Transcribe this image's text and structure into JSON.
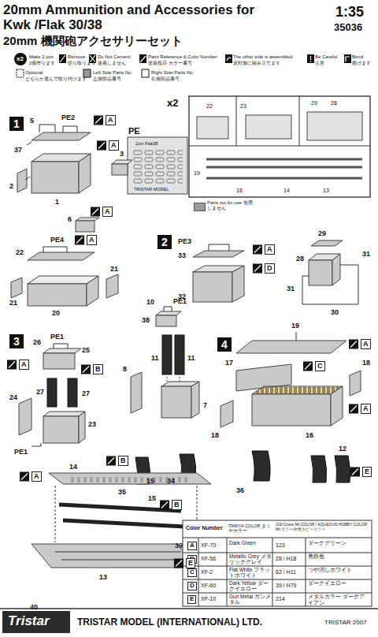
{
  "diagram": {
    "title": "20mm Ammunition and Accessories for Kwk /Flak 30/38",
    "nodes": [
      {
        "text": [
          "1"
        ]
      },
      {
        "text": [
          "A"
        ]
      },
      {
        "text": [
          "A"
        ]
      },
      {
        "text": [
          "A"
        ]
      },
      {
        "text": [
          "A"
        ]
      },
      {
        "text": [
          "2"
        ]
      },
      {
        "text": [
          "A"
        ]
      },
      {
        "text": [
          "D"
        ]
      },
      {
        "text": [
          "3"
        ]
      },
      {
        "text": [
          "4"
        ]
      },
      {
        "text": [
          "A"
        ]
      },
      {
        "text": [
          "A"
        ]
      },
      {
        "text": [
          "C"
        ]
      },
      {
        "text": [
          "B"
        ]
      },
      {
        "text": [
          "A"
        ]
      },
      {
        "text": [
          "B"
        ]
      },
      {
        "text": [
          "E"
        ]
      },
      {
        "text": [
          "A"
        ]
      },
      {
        "text": [
          "B"
        ]
      },
      {
        "text": [
          "E"
        ]
      }
    ],
    "labels": [
      "1:35",
      "35036",
      "20mm 機関砲アクセサリーセット",
      "x2",
      "Make 2 pcs",
      "2個作ります",
      "Remove",
      "切り取ります",
      "Do Not Cement",
      "接着しません",
      "Paint Reference & Color Number",
      "塗装指示 カラー番号",
      "The other side is assembled.",
      "反対側に組み立てます",
      "Be Careful",
      "注意",
      "Bend",
      "曲げます",
      "Optional",
      "どちらか選んで取り付けます",
      "Left Side Parts No.",
      "左側部品番号",
      "Right Side Parts No.",
      "右側部品番号",
      "x2",
      "PE",
      "2cm Flak38",
      "TRISTAR MODEL",
      "22",
      "23",
      "29",
      "28",
      "19",
      "16",
      "14",
      "13",
      "5",
      "PE2",
      "37",
      "2",
      "1",
      "3",
      "6",
      "PE4",
      "22",
      "21",
      "21",
      "20",
      "PE3",
      "33",
      "32",
      "29",
      "28",
      "31",
      "31",
      "30",
      "10",
      "PE1",
      "38",
      "11",
      "11",
      "8",
      "7",
      "PE1",
      "26",
      "25",
      "27",
      "27",
      "24",
      "23",
      "PE1",
      "19",
      "17",
      "18",
      "18",
      "16",
      "12",
      "14",
      "35",
      "34",
      "15",
      "15",
      "36",
      "39",
      "13",
      "40",
      "Color Number",
      "TAMIYA COLOR タミヤカラー",
      "GSI Creos Mr.COLOR / AQUEOUS HOBBY COLOR Mr.カラー/水性ホビーカラー",
      "A",
      "XF-70",
      "Dark Green",
      "123",
      "ダークグリーン",
      "B",
      "XF-56",
      "Metallic Grey メタリックグレイ",
      "28 / H18",
      "黒鉄色",
      "C",
      "XF-2",
      "Flat White フラットホワイト",
      "62 / H11",
      "つや消しホワイト",
      "D",
      "XF-60",
      "Dark Yellow ダークイエロー",
      "39 / H79",
      "ダークイエロー",
      "E",
      "XF-10",
      "Gun Metal ガンメタル",
      "214",
      "メタルカラー ダークアイアン",
      "Tristar",
      "TRISTAR MODEL (INTERNATIONAL) LTD.",
      "TRISTAR 2007"
    ],
    "legend": [
      {
        "text": "Parts not for use 使用しません",
        "color": "#9a9a9a"
      }
    ]
  }
}
